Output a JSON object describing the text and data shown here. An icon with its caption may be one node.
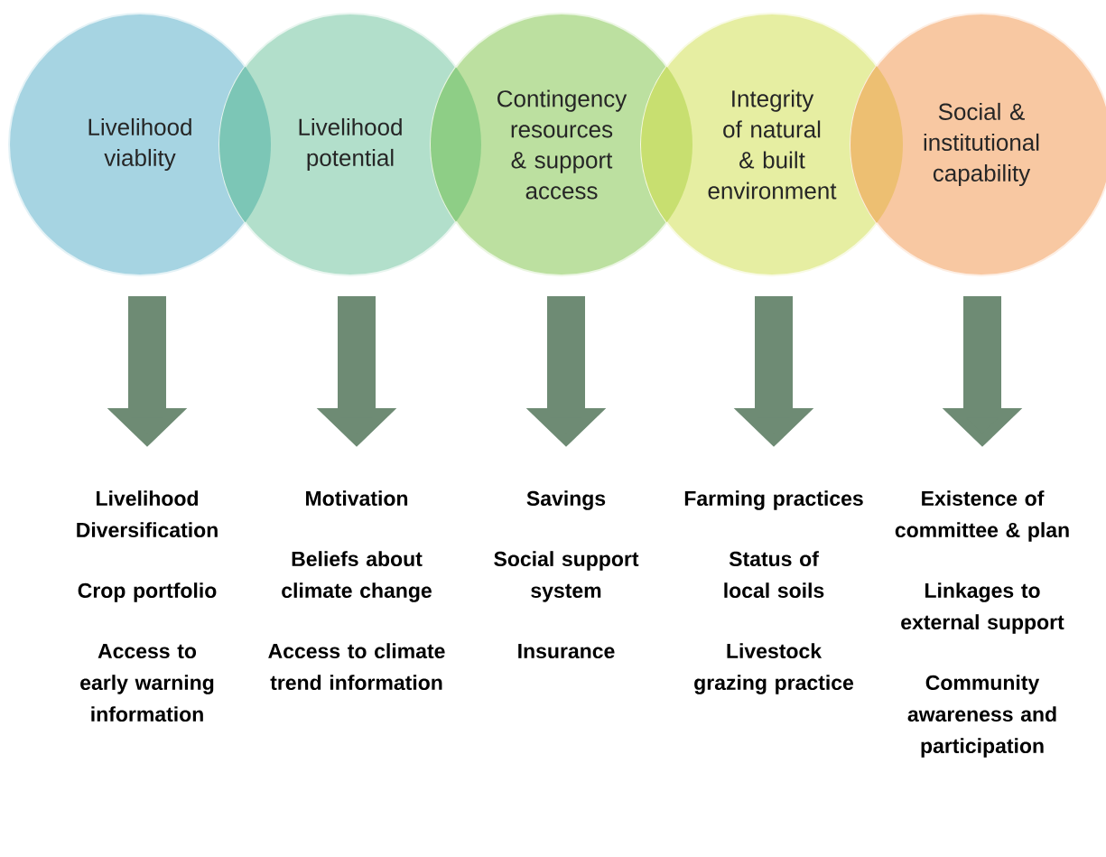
{
  "diagram": {
    "nodes": [
      {
        "text": [
          "Livelihood viablity"
        ]
      },
      {
        "text": [
          "Livelihood potential"
        ]
      },
      {
        "text": [
          "Contingency resources & support access"
        ]
      },
      {
        "text": [
          "Integrity of natural & built environment"
        ]
      },
      {
        "text": [
          "Social & institutional capability"
        ]
      },
      {
        "text": [
          "Livelihood Diversification",
          "Crop portfolio",
          "Access to early warning information"
        ]
      },
      {
        "text": [
          "Motivation",
          "Beliefs about climate change",
          "Access to climate trend information"
        ]
      },
      {
        "text": [
          "Savings",
          "Social support system",
          "Insurance"
        ]
      },
      {
        "text": [
          "Farming practices",
          "Status of local soils",
          "Livestock grazing practice"
        ]
      },
      {
        "text": [
          "Existence of committee & plan",
          "Linkages to external support",
          "Community awareness and participation"
        ]
      }
    ],
    "edges": [
      {
        "from": 0,
        "to": 5,
        "arrow": "to"
      },
      {
        "from": 1,
        "to": 6,
        "arrow": "to"
      },
      {
        "from": 2,
        "to": 7,
        "arrow": "to"
      },
      {
        "from": 3,
        "to": 8,
        "arrow": "to"
      },
      {
        "from": 4,
        "to": 9,
        "arrow": "to"
      }
    ]
  }
}
